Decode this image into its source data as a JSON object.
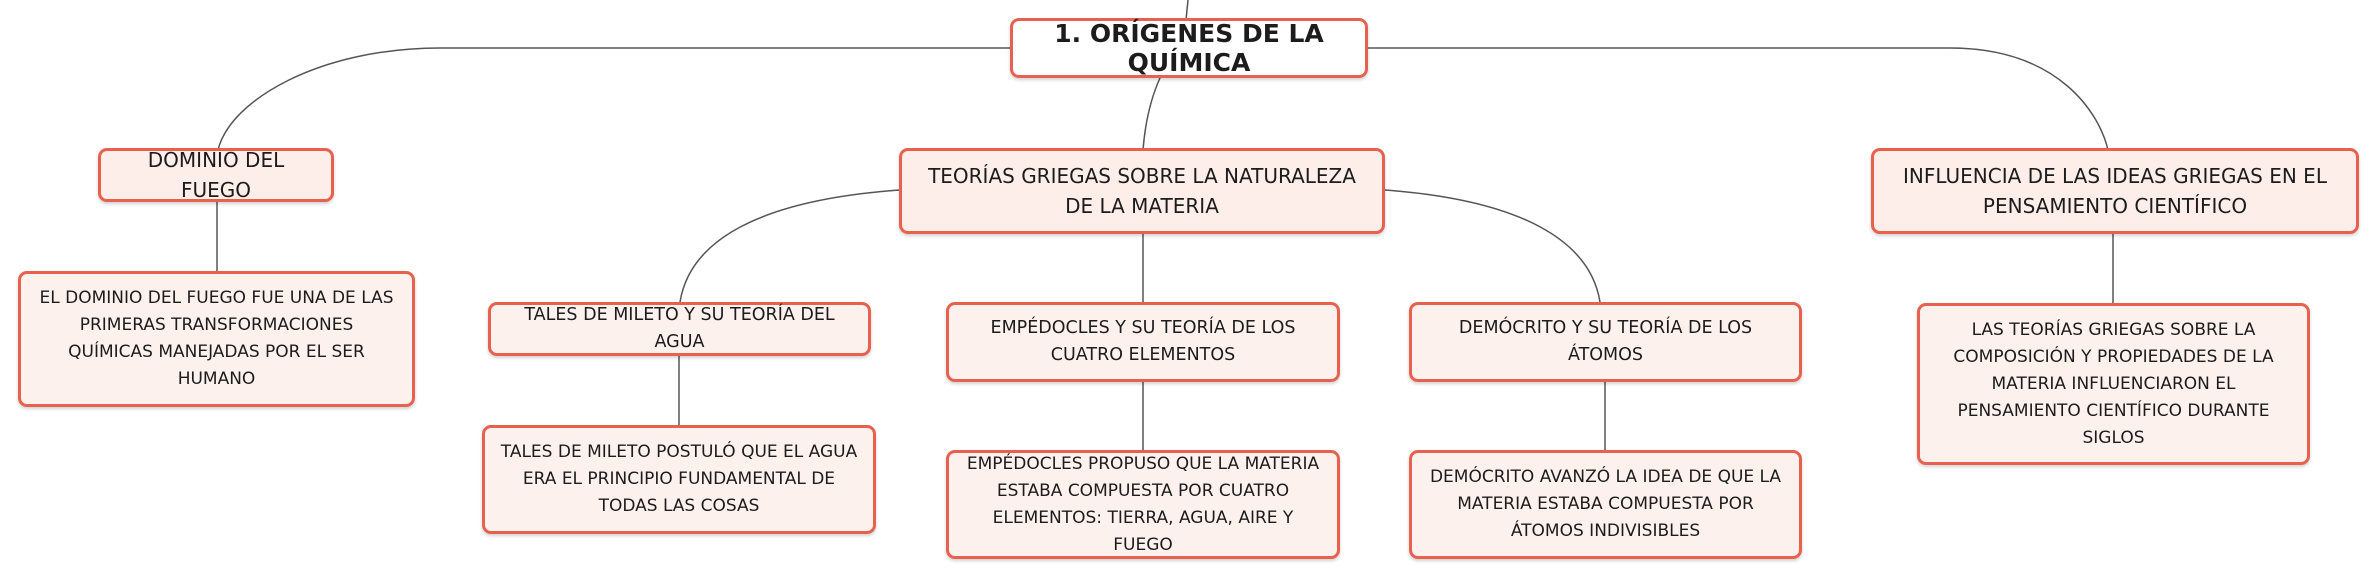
{
  "root": {
    "label": "1. ORÍGENES DE LA QUÍMICA"
  },
  "branches": [
    {
      "label": "DOMINIO DEL FUEGO",
      "detail": "EL DOMINIO DEL FUEGO FUE UNA DE LAS PRIMERAS TRANSFORMACIONES QUÍMICAS MANEJADAS POR EL SER HUMANO"
    },
    {
      "label": "TEORÍAS GRIEGAS SOBRE LA NATURALEZA DE LA MATERIA",
      "children": [
        {
          "label": "TALES DE MILETO Y SU TEORÍA DEL AGUA",
          "detail": "TALES DE MILETO POSTULÓ QUE EL AGUA ERA EL PRINCIPIO FUNDAMENTAL DE TODAS LAS COSAS"
        },
        {
          "label": "EMPÉDOCLES Y SU TEORÍA DE LOS CUATRO ELEMENTOS",
          "detail": "EMPÉDOCLES PROPUSO QUE LA MATERIA ESTABA COMPUESTA POR CUATRO ELEMENTOS: TIERRA, AGUA, AIRE Y FUEGO"
        },
        {
          "label": "DEMÓCRITO Y SU TEORÍA DE LOS ÁTOMOS",
          "detail": "DEMÓCRITO AVANZÓ LA IDEA DE QUE LA MATERIA ESTABA COMPUESTA POR ÁTOMOS INDIVISIBLES"
        }
      ]
    },
    {
      "label": "INFLUENCIA DE LAS IDEAS GRIEGAS EN EL PENSAMIENTO CIENTÍFICO",
      "detail": "LAS TEORÍAS GRIEGAS SOBRE LA COMPOSICIÓN Y PROPIEDADES DE LA MATERIA INFLUENCIARON EL PENSAMIENTO CIENTÍFICO DURANTE SIGLOS"
    }
  ],
  "colors": {
    "border": "#e8614f",
    "fill": "#fdf1ee",
    "line": "#555555"
  }
}
